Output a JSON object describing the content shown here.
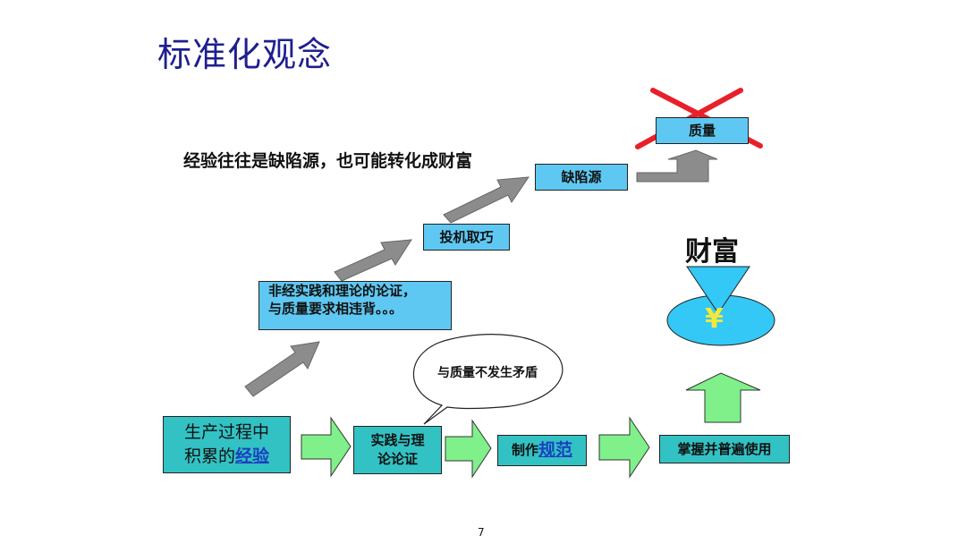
{
  "slide": {
    "title": "标准化观念",
    "headline": "经验往往是缺陷源，也可能转化成财富",
    "page_number": "7"
  },
  "boxes": {
    "quality": "质量",
    "defect_source": "缺陷源",
    "opportunism": "投机取巧",
    "non_verified_line1": "非经实践和理论的论证，",
    "non_verified_line2": "与质量要求相违背。。。",
    "experience_line1": "生产过程中",
    "experience_prefix": "积累的",
    "experience_link": "经验",
    "practice_line1": "实践与理",
    "practice_line2": "论论证",
    "make_prefix": "制作",
    "make_link": "规范",
    "master": "掌握并普遍使用"
  },
  "bubble": {
    "text": "与质量不发生矛盾"
  },
  "wealth": {
    "label": "财富",
    "symbol": "¥"
  },
  "colors": {
    "box_blue": "#5fc8f2",
    "box_teal": "#33c2c4",
    "arrow_green": "#80f08a",
    "arrow_gray": "#8c8c8c",
    "cross_red": "#e8202a",
    "title_blue": "#1f1f8f",
    "yen_yellow": "#f2e93a"
  }
}
